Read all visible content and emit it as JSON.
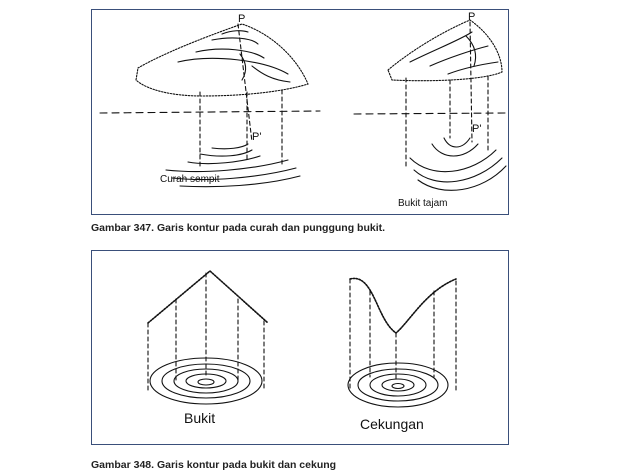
{
  "figures": [
    {
      "caption": "Gambar 347. Garis kontur pada curah dan punggung bukit.",
      "labels": {
        "left_peak": "P",
        "left_proj": "P'",
        "left_name": "Curah sempit",
        "right_peak": "P",
        "right_proj": "P'",
        "right_name": "Bukit tajam"
      }
    },
    {
      "caption": "Gambar 348. Garis kontur pada bukit dan cekung",
      "labels": {
        "left_name": "Bukit",
        "right_name": "Cekungan"
      }
    }
  ],
  "colors": {
    "frame_border": "#3a4f7a",
    "ink": "#111111"
  }
}
